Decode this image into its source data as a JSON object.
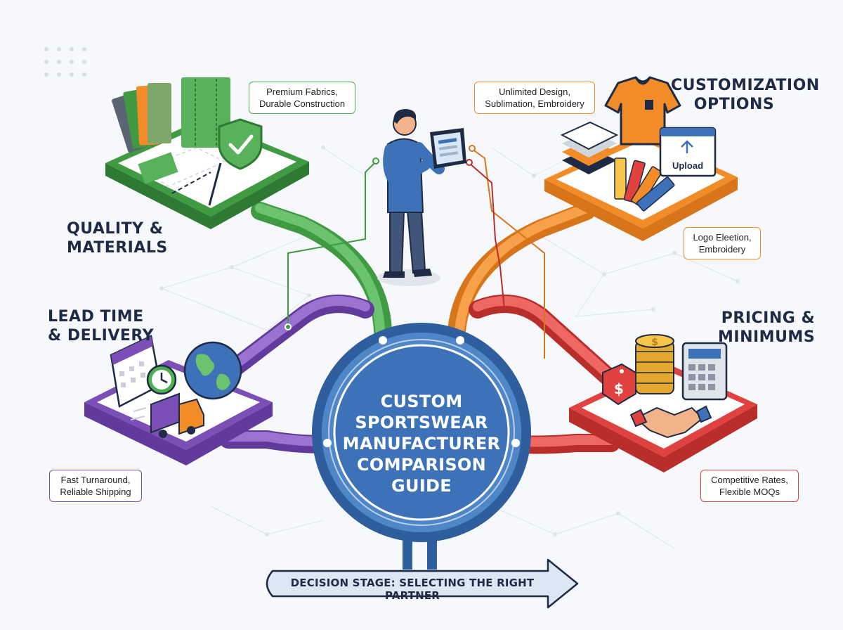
{
  "center": {
    "lines": [
      "CUSTOM",
      "SPORTSWEAR",
      "MANUFACTURER",
      "COMPARISON",
      "GUIDE"
    ]
  },
  "sections": {
    "quality": {
      "title_lines": [
        "QUALITY &",
        "MATERIALS"
      ],
      "callout_lines": [
        "Premium Fabrics,",
        "Durable Construction"
      ],
      "color": "#4caf50"
    },
    "customization": {
      "title_lines": [
        "CUSTOMIZATION",
        "OPTIONS"
      ],
      "callout_lines": [
        "Unlimited Design,",
        "Sublimation, Embroidery"
      ],
      "callout2_lines": [
        "Logo Eleetion,",
        "Embroidery"
      ],
      "upload_label": "Upload",
      "color": "#f28c28"
    },
    "lead_time": {
      "title_lines": [
        "LEAD TIME",
        "& DELIVERY"
      ],
      "callout_lines": [
        "Fast Turnaround,",
        "Reliable Shipping"
      ],
      "color": "#7b4fb5"
    },
    "pricing": {
      "title_lines": [
        "PRICING &",
        "MINIMUMS"
      ],
      "callout_lines": [
        "Competitive Rates,",
        "Flexible MOQs"
      ],
      "color": "#e0433f"
    }
  },
  "banner": {
    "text": "DECISION STAGE: SELECTING THE RIGHT PARTNER"
  },
  "hub_color": "#3d72b8",
  "icons": [
    "fabric-swatches-icon",
    "shield-check-icon",
    "sewing-needle-icon",
    "tablet-icon",
    "shirt-icon",
    "color-palette-icon",
    "upload-window-icon",
    "calendar-icon",
    "clock-icon",
    "globe-icon",
    "delivery-truck-icon",
    "coin-stack-icon",
    "price-tag-icon",
    "calculator-icon",
    "handshake-icon"
  ]
}
